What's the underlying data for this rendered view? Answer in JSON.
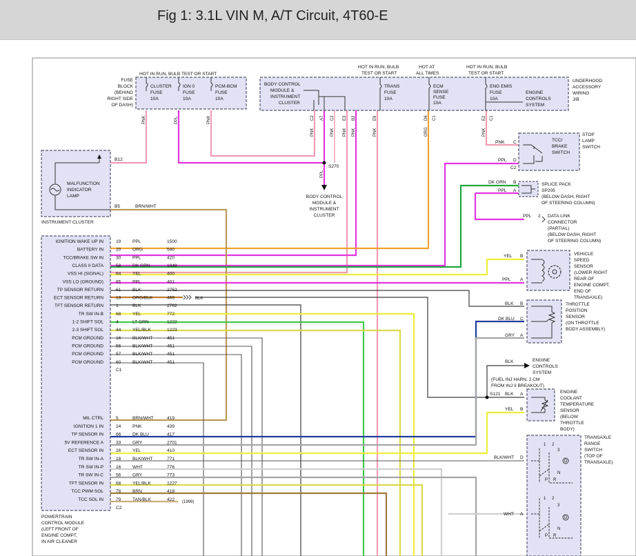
{
  "title": "Fig 1: 3.1L VIN M, A/T Circuit, 4T60-E",
  "colors": {
    "pink": "#f19cb4",
    "ppl": "#e233e0",
    "orange": "#f0a030",
    "yellow": "#eded3a",
    "green": "#1fa63c",
    "brown": "#b89a55",
    "dkblue": "#1c3d9c",
    "gray": "#9b9b9b",
    "black": "#3a3a3a",
    "white": "#cfcfcf",
    "module_fill": "#e2e2f4",
    "module_border": "#55556e"
  },
  "top_labels": {
    "hot_run_bulb": "HOT IN RUN, BULB TEST OR START",
    "hot_run_bulb_2a": "HOT IN RUN, BULB",
    "hot_run_bulb_2b": "TEST OR START",
    "hot_all_a": "HOT AT",
    "hot_all_b": "ALL TIMES",
    "hot_run_bulb_3a": "HOT IN RUN, BULB",
    "hot_run_bulb_3b": "TEST OR START"
  },
  "fuse_block": {
    "label": [
      "FUSE",
      "BLOCK",
      "(BEHIND",
      "RIGHT SIDE",
      "OF DASH)"
    ],
    "fuses": [
      [
        "CLUSTER",
        "FUSE",
        "10A"
      ],
      [
        "IGN 0",
        "FUSE",
        "10A"
      ],
      [
        "PCM-BCM",
        "FUSE",
        "10A"
      ]
    ]
  },
  "underhood": {
    "label": [
      "UNDERHOOD",
      "ACCESSORY",
      "WIRING",
      "J/B"
    ],
    "bcm": [
      "BODY CONTROL",
      "MODULE &",
      "INSTRUMENT",
      "CLUSTER"
    ],
    "fuses": [
      [
        "TRANS",
        "FUSE",
        "10A"
      ],
      [
        "ECM",
        "SENSE",
        "FUSE",
        "10A"
      ],
      [
        "ENG EMIS",
        "FUSE",
        "10A"
      ]
    ],
    "ecs": [
      "ENGINE",
      "CONTROLS",
      "SYSTEM"
    ]
  },
  "conn_pins": [
    "C2",
    "A7",
    "C2",
    "E3",
    "B2",
    "E9",
    "D6",
    "C1",
    "E2",
    "C1"
  ],
  "wires_top": [
    "PNK",
    "PPL",
    "PNK",
    "PNK",
    "PPL",
    "PNK",
    "PNK",
    "PNK",
    "ORG",
    "PNK"
  ],
  "splice_s270": "S270",
  "bcm_lower": [
    "BODY CONTROL",
    "MODULE &",
    "INSTRUMENT",
    "CLUSTER"
  ],
  "cluster": {
    "pin_b12": "B12",
    "pin_b5": "B5",
    "b5_wire": "BRN/WHT",
    "mil": [
      "MALFUNCTION",
      "INDICATOR",
      "LAMP"
    ],
    "name": "INSTRUMENT CLUSTER"
  },
  "pcm": {
    "name": [
      "POWERTRAIN",
      "CONTROL MODULE",
      "(LEFT FRONT OF",
      "ENGINE COMPT,",
      "IN AIR CLEANER"
    ],
    "c1": "C1",
    "c2": "C2",
    "rows_top": [
      {
        "label": "IGNITION WAKE UP IN",
        "pin": "19",
        "color": "PPL",
        "circuit": "1500"
      },
      {
        "label": "BATTERY IN",
        "pin": "20",
        "color": "ORG",
        "circuit": "540"
      },
      {
        "label": "TCC/BRAKE SW IN",
        "pin": "30",
        "color": "PPL",
        "circuit": "420"
      },
      {
        "label": "CLASS II DATA",
        "pin": "58",
        "color": "DK GRN",
        "circuit": "1049"
      },
      {
        "label": "VSS HI (SIGNAL)",
        "pin": "64",
        "color": "YEL",
        "circuit": "400"
      },
      {
        "label": "VSS LO (GROUND)",
        "pin": "65",
        "color": "PPL",
        "circuit": "401"
      },
      {
        "label": "TP SENSOR RETURN",
        "pin": "61",
        "color": "BLK",
        "circuit": "2752"
      },
      {
        "label": "ECT SENSOR RETURN",
        "pin": "13",
        "color": "ORG/BLK",
        "circuit": "469"
      },
      {
        "label": "TFT SENSOR RETURN",
        "pin": "1",
        "color": "BLK",
        "circuit": "2762"
      },
      {
        "label": "TR SW IN-B",
        "pin": "68",
        "color": "YEL",
        "circuit": "772"
      },
      {
        "label": "1-2 SHIFT SOL",
        "pin": "4",
        "color": "LT GRN",
        "circuit": "1222"
      },
      {
        "label": "2-3 SHIFT SOL",
        "pin": "44",
        "color": "YEL/BLK",
        "circuit": "1223"
      },
      {
        "label": "PCM GROUND",
        "pin": "16",
        "color": "BLK/WHT",
        "circuit": "451"
      },
      {
        "label": "PCM GROUND",
        "pin": "56",
        "color": "BLK/WHT",
        "circuit": "451"
      },
      {
        "label": "PCM GROUND",
        "pin": "57",
        "color": "BLK/WHT",
        "circuit": "451"
      },
      {
        "label": "PCM GROUND",
        "pin": "60",
        "color": "BLK/WHT",
        "circuit": "451"
      }
    ],
    "rows_bottom": [
      {
        "label": "MIL CTRL",
        "pin": "5",
        "color": "BRN/WHT",
        "circuit": "419"
      },
      {
        "label": "IGNITION 1 IN",
        "pin": "24",
        "color": "PNK",
        "circuit": "439"
      },
      {
        "label": "TP SENSOR IN",
        "pin": "66",
        "color": "DK BLU",
        "circuit": "417"
      },
      {
        "label": "5V REFERENCE A",
        "pin": "33",
        "color": "GRY",
        "circuit": "2701"
      },
      {
        "label": "ECT SENSOR IN",
        "pin": "26",
        "color": "YEL",
        "circuit": "410"
      },
      {
        "label": "TR SW IN-A",
        "pin": "18",
        "color": "BLK/WHT",
        "circuit": "771"
      },
      {
        "label": "TR SW IN-P",
        "pin": "16",
        "color": "WHT",
        "circuit": "776"
      },
      {
        "label": "TR SW IN-C",
        "pin": "56",
        "color": "GRY",
        "circuit": "773"
      },
      {
        "label": "TFT SENSOR IN",
        "pin": "68",
        "color": "YEL/BLK",
        "circuit": "1227"
      },
      {
        "label": "TCC PWM SOL",
        "pin": "78",
        "color": "BRN",
        "circuit": "418"
      },
      {
        "label": "TCC SOL IN",
        "pin": "79",
        "color": "TAN/BLK",
        "circuit": "422"
      }
    ],
    "blk_tag": "BLK",
    "note_1999": "(1999)"
  },
  "right": {
    "stop_lamp": [
      "STOP",
      "LAMP",
      "SWITCH"
    ],
    "tcc_brake": [
      "TCC/",
      "BRAKE",
      "SWITCH"
    ],
    "stop_pnk": "PNK",
    "stop_pin_c": "C",
    "stop_ppl": "PPL",
    "stop_pin_d": "D",
    "stop_c2": "C2",
    "splice": [
      "SPLICE PACK",
      "SP205",
      "(BELOW DASH, RIGHT",
      "OF STEERING COLUMN)"
    ],
    "splice_dkgrn": "DK GRN",
    "splice_pin_b": "B",
    "splice_ppl": "PPL",
    "splice_pin_a": "A",
    "dlc": [
      "DATA LINK",
      "CONNECTOR",
      "(PARTIAL)",
      "(BELOW DASH, RIGHT",
      "OF STEERING COLUMN)"
    ],
    "dlc_ppl": "PPL",
    "dlc_pin": "2",
    "vss": [
      "VEHICLE",
      "SPEED",
      "SENSOR",
      "(LOWER RIGHT",
      "REAR OF",
      "ENGINE COMPT,",
      "END OF",
      "TRANSAXLE)"
    ],
    "vss_yel": "YEL",
    "vss_pin_b": "B",
    "vss_ppl": "PPL",
    "vss_pin_a": "A",
    "tps": [
      "THROTTLE",
      "POSITION",
      "SENSOR",
      "(ON THROTTLE",
      "BODY ASSEMBLY)"
    ],
    "tps_blk": "BLK",
    "tps_pin_b": "B",
    "tps_dkblu": "DK BLU",
    "tps_pin_c": "C",
    "tps_gry": "GRY",
    "tps_pin_a": "A",
    "ecs": [
      "ENGINE",
      "CONTROLS",
      "SYSTEM"
    ],
    "ecs_blk": "BLK",
    "fuel_inj": [
      "(FUEL INJ HARN, 2 CM",
      "FROM INJ 3 BREAKOUT)"
    ],
    "s121": "S121",
    "ect": [
      "ENGINE",
      "COOLANT",
      "TEMPERATURE",
      "SENSOR",
      "(BELOW",
      "THROTTLE",
      "BODY)"
    ],
    "ect_blk": "BLK",
    "ect_pin_a": "A",
    "ect_yel": "YEL",
    "ect_pin_b": "B",
    "trs": [
      "TRANSAXLE",
      "RANGE",
      "SWITCH",
      "(TOP OF",
      "TRANSAXLE)"
    ],
    "trs_blkwht": "BLK/WHT",
    "trs_pin_d": "D",
    "trs_wht": "WHT",
    "trs_pin_a": "A",
    "gear_1": "1",
    "gear_2": "2",
    "gear_3": "3",
    "gear_d": "D",
    "gear_n": "N",
    "gear_p": "P",
    "gear_r": "R"
  }
}
